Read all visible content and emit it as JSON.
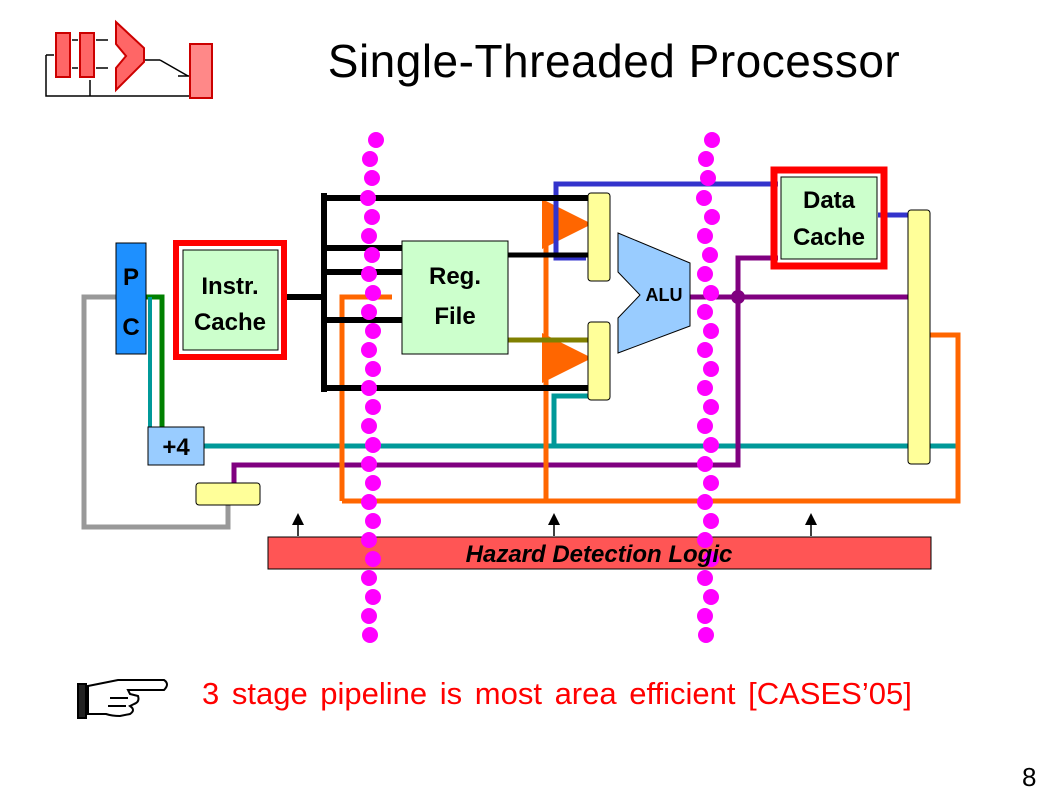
{
  "title": "Single-Threaded Processor",
  "blocks": {
    "pc": "P C",
    "pc_line1": "P",
    "pc_line2": "C",
    "instr_cache_line1": "Instr.",
    "instr_cache_line2": "Cache",
    "reg_file_line1": "Reg.",
    "reg_file_line2": "File",
    "alu": "ALU",
    "data_cache_line1": "Data",
    "data_cache_line2": "Cache",
    "plus4": "+4",
    "hazard": "Hazard Detection Logic"
  },
  "note": "3 stage pipeline is most area efficient  [CASES’05]",
  "page_number": "8",
  "colors": {
    "pc_fill": "#1e90ff",
    "cache_fill": "#ccffcc",
    "highlight": "#ff0000",
    "latch_fill": "#ffff99",
    "plus4_fill": "#99ccff",
    "hazard_fill": "#ff5555",
    "pipeline_dots": "#ff00ff",
    "wire_black": "#000000",
    "wire_blue": "#3333cc",
    "wire_orange": "#ff6600",
    "wire_purple": "#800080",
    "wire_teal": "#009999",
    "wire_olive": "#808000",
    "wire_green": "#008000",
    "wire_gray": "#999999"
  },
  "icons": [
    "pipeline-logo-icon",
    "pointing-hand-icon"
  ]
}
